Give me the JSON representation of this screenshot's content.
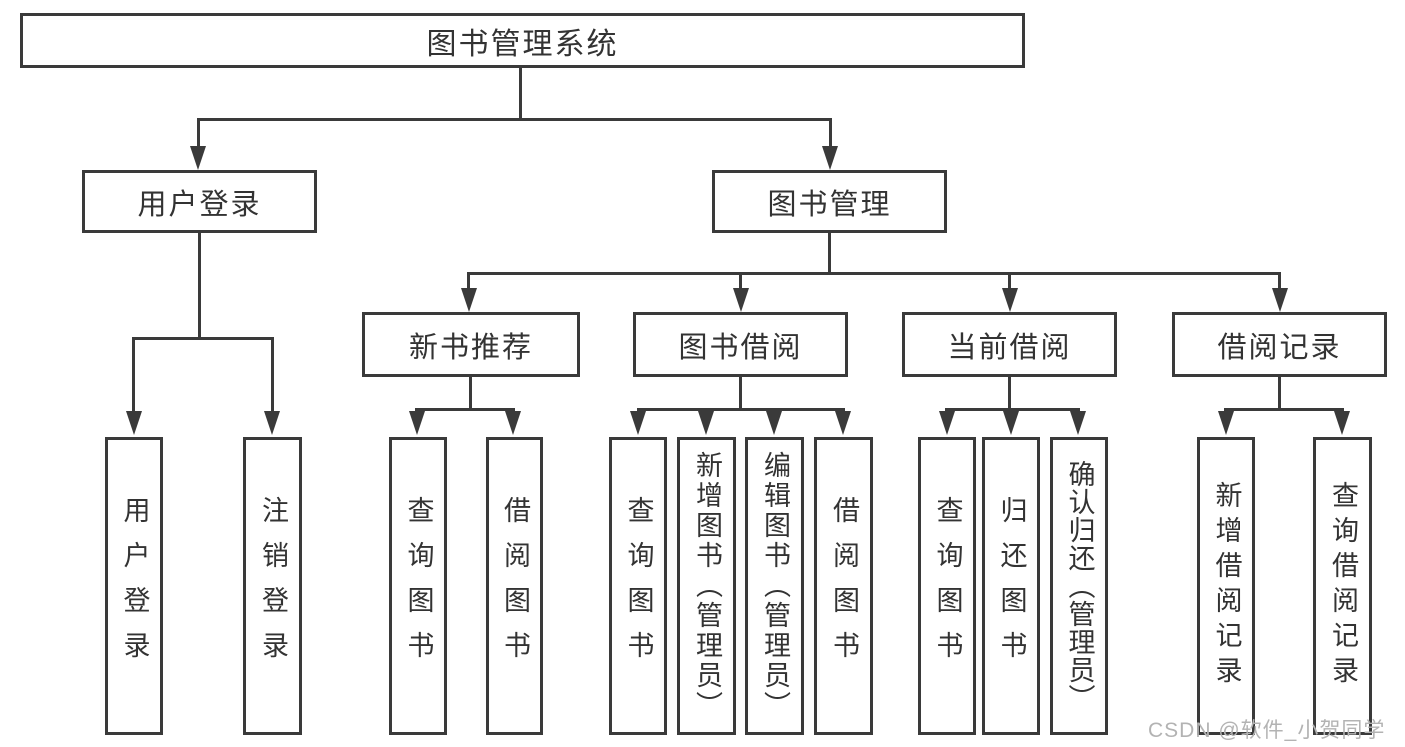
{
  "diagram": {
    "title": "图书管理系统",
    "root": {
      "label": "图书管理系统"
    },
    "level2": {
      "user_login": {
        "label": "用户登录"
      },
      "book_mgmt": {
        "label": "图书管理"
      }
    },
    "level3": {
      "new_book_rec": {
        "label": "新书推荐"
      },
      "book_borrow": {
        "label": "图书借阅"
      },
      "current_borrow": {
        "label": "当前借阅"
      },
      "borrow_records": {
        "label": "借阅记录"
      }
    },
    "leaves": {
      "user_login": {
        "label": "用户登录"
      },
      "logout": {
        "label": "注销登录"
      },
      "nb_query_books": {
        "label": "查询图书"
      },
      "nb_borrow_books": {
        "label": "借阅图书"
      },
      "bb_query_books": {
        "label": "查询图书"
      },
      "bb_add_books": {
        "label": "新增图书（管理员）"
      },
      "bb_edit_books": {
        "label": "编辑图书（管理员）"
      },
      "bb_borrow_books": {
        "label": "借阅图书"
      },
      "cb_query_books": {
        "label": "查询图书"
      },
      "cb_return_books": {
        "label": "归还图书"
      },
      "cb_confirm_return": {
        "label": "确认归还（管理员）"
      },
      "br_add_record": {
        "label": "新增借阅记录"
      },
      "br_query_record": {
        "label": "查询借阅记录"
      }
    }
  },
  "watermark": {
    "text": "CSDN @软件_小贺同学"
  },
  "colors": {
    "line": "#3a3a3a",
    "text": "#333333",
    "watermark": "#b3b3b3",
    "background": "#ffffff"
  }
}
